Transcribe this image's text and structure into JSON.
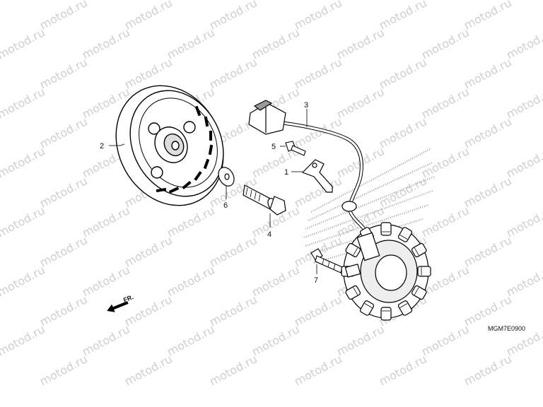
{
  "diagram": {
    "callouts": [
      "1",
      "2",
      "3",
      "4",
      "5",
      "6",
      "7"
    ],
    "part_code": "MGM7E0900",
    "direction_label": "FR.",
    "watermark": "motod.ru"
  },
  "icons": {
    "front_arrow": "arrow-left-icon"
  }
}
